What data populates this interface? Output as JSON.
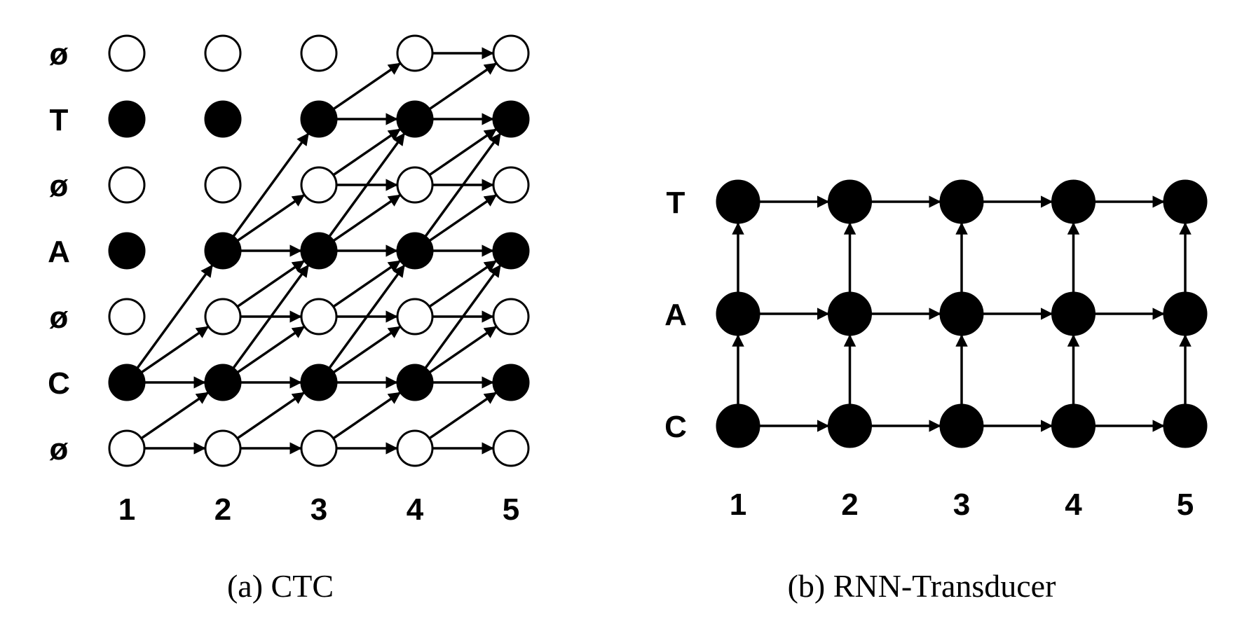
{
  "ctc": {
    "caption": "(a) CTC",
    "rows": [
      {
        "label": "ø",
        "kind": "blank"
      },
      {
        "label": "T",
        "kind": "label"
      },
      {
        "label": "ø",
        "kind": "blank"
      },
      {
        "label": "A",
        "kind": "label"
      },
      {
        "label": "ø",
        "kind": "blank"
      },
      {
        "label": "C",
        "kind": "label"
      },
      {
        "label": "ø",
        "kind": "blank"
      }
    ],
    "columns": [
      "1",
      "2",
      "3",
      "4",
      "5"
    ],
    "note": "rows listed top-to-bottom; row index 6 is the bottom blank",
    "edges": [
      [
        [
          6,
          0
        ],
        [
          6,
          1
        ]
      ],
      [
        [
          6,
          0
        ],
        [
          5,
          1
        ]
      ],
      [
        [
          5,
          0
        ],
        [
          5,
          1
        ]
      ],
      [
        [
          5,
          0
        ],
        [
          4,
          1
        ]
      ],
      [
        [
          5,
          0
        ],
        [
          3,
          1
        ]
      ],
      [
        [
          6,
          1
        ],
        [
          6,
          2
        ]
      ],
      [
        [
          6,
          1
        ],
        [
          5,
          2
        ]
      ],
      [
        [
          5,
          1
        ],
        [
          5,
          2
        ]
      ],
      [
        [
          5,
          1
        ],
        [
          4,
          2
        ]
      ],
      [
        [
          5,
          1
        ],
        [
          3,
          2
        ]
      ],
      [
        [
          4,
          1
        ],
        [
          4,
          2
        ]
      ],
      [
        [
          4,
          1
        ],
        [
          3,
          2
        ]
      ],
      [
        [
          3,
          1
        ],
        [
          3,
          2
        ]
      ],
      [
        [
          3,
          1
        ],
        [
          2,
          2
        ]
      ],
      [
        [
          3,
          1
        ],
        [
          1,
          2
        ]
      ],
      [
        [
          6,
          2
        ],
        [
          6,
          3
        ]
      ],
      [
        [
          6,
          2
        ],
        [
          5,
          3
        ]
      ],
      [
        [
          5,
          2
        ],
        [
          5,
          3
        ]
      ],
      [
        [
          5,
          2
        ],
        [
          4,
          3
        ]
      ],
      [
        [
          5,
          2
        ],
        [
          3,
          3
        ]
      ],
      [
        [
          4,
          2
        ],
        [
          4,
          3
        ]
      ],
      [
        [
          4,
          2
        ],
        [
          3,
          3
        ]
      ],
      [
        [
          3,
          2
        ],
        [
          3,
          3
        ]
      ],
      [
        [
          3,
          2
        ],
        [
          2,
          3
        ]
      ],
      [
        [
          3,
          2
        ],
        [
          1,
          3
        ]
      ],
      [
        [
          2,
          2
        ],
        [
          2,
          3
        ]
      ],
      [
        [
          2,
          2
        ],
        [
          1,
          3
        ]
      ],
      [
        [
          1,
          2
        ],
        [
          1,
          3
        ]
      ],
      [
        [
          1,
          2
        ],
        [
          0,
          3
        ]
      ],
      [
        [
          6,
          3
        ],
        [
          6,
          4
        ]
      ],
      [
        [
          6,
          3
        ],
        [
          5,
          4
        ]
      ],
      [
        [
          5,
          3
        ],
        [
          5,
          4
        ]
      ],
      [
        [
          5,
          3
        ],
        [
          4,
          4
        ]
      ],
      [
        [
          5,
          3
        ],
        [
          3,
          4
        ]
      ],
      [
        [
          4,
          3
        ],
        [
          4,
          4
        ]
      ],
      [
        [
          4,
          3
        ],
        [
          3,
          4
        ]
      ],
      [
        [
          3,
          3
        ],
        [
          3,
          4
        ]
      ],
      [
        [
          3,
          3
        ],
        [
          2,
          4
        ]
      ],
      [
        [
          3,
          3
        ],
        [
          1,
          4
        ]
      ],
      [
        [
          2,
          3
        ],
        [
          2,
          4
        ]
      ],
      [
        [
          2,
          3
        ],
        [
          1,
          4
        ]
      ],
      [
        [
          1,
          3
        ],
        [
          1,
          4
        ]
      ],
      [
        [
          1,
          3
        ],
        [
          0,
          4
        ]
      ],
      [
        [
          0,
          3
        ],
        [
          0,
          4
        ]
      ]
    ],
    "active_nodes": [
      [
        6,
        0
      ],
      [
        5,
        0
      ],
      [
        6,
        1
      ],
      [
        5,
        1
      ],
      [
        4,
        1
      ],
      [
        3,
        1
      ],
      [
        6,
        2
      ],
      [
        5,
        2
      ],
      [
        4,
        2
      ],
      [
        3,
        2
      ],
      [
        2,
        2
      ],
      [
        1,
        2
      ],
      [
        6,
        3
      ],
      [
        5,
        3
      ],
      [
        4,
        3
      ],
      [
        3,
        3
      ],
      [
        2,
        3
      ],
      [
        1,
        3
      ],
      [
        0,
        3
      ],
      [
        6,
        4
      ],
      [
        5,
        4
      ],
      [
        4,
        4
      ],
      [
        3,
        4
      ],
      [
        2,
        4
      ],
      [
        1,
        4
      ],
      [
        0,
        4
      ]
    ]
  },
  "rnnt": {
    "caption": "(b) RNN-Transducer",
    "rows": [
      "T",
      "A",
      "C"
    ],
    "columns": [
      "1",
      "2",
      "3",
      "4",
      "5"
    ],
    "note": "horizontal edges along every row; vertical edges C to A to T in every column"
  },
  "colors": {
    "filled": "#000000",
    "empty": "#ffffff",
    "edge": "#000000"
  }
}
